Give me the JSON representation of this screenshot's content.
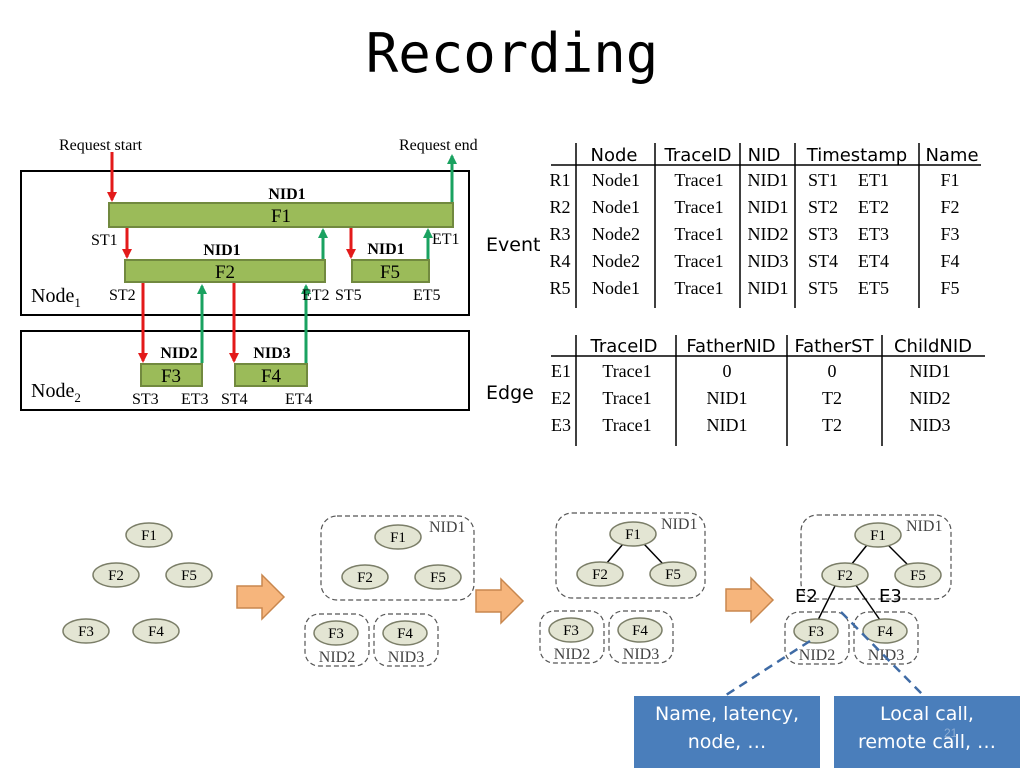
{
  "title": "Recording",
  "timeline": {
    "request_start": "Request start",
    "request_end": "Request end",
    "node1_label": "Node",
    "node1_sub": "1",
    "node2_label": "Node",
    "node2_sub": "2",
    "bars": {
      "f1": {
        "name": "F1",
        "nid": "NID1"
      },
      "f2": {
        "name": "F2",
        "nid": "NID1"
      },
      "f5": {
        "name": "F5",
        "nid": "NID1"
      },
      "f3": {
        "name": "F3",
        "nid": "NID2"
      },
      "f4": {
        "name": "F4",
        "nid": "NID3"
      }
    },
    "times": {
      "st1": "ST1",
      "et1": "ET1",
      "st2": "ST2",
      "et2": "ET2",
      "st5": "ST5",
      "et5": "ET5",
      "st3": "ST3",
      "et3": "ET3",
      "st4": "ST4",
      "et4": "ET4"
    },
    "colors": {
      "bar_fill": "#9bbb59",
      "bar_border": "#71893f",
      "call_arrow": "#e31a1a",
      "return_arrow": "#1aa260"
    }
  },
  "event_table": {
    "label": "Event",
    "headers": [
      "Node",
      "TraceID",
      "NID",
      "Timestamp",
      "Name"
    ],
    "rows": [
      {
        "id": "R1",
        "node": "Node1",
        "trace": "Trace1",
        "nid": "NID1",
        "st": "ST1",
        "et": "ET1",
        "name": "F1"
      },
      {
        "id": "R2",
        "node": "Node1",
        "trace": "Trace1",
        "nid": "NID1",
        "st": "ST2",
        "et": "ET2",
        "name": "F2"
      },
      {
        "id": "R3",
        "node": "Node2",
        "trace": "Trace1",
        "nid": "NID2",
        "st": "ST3",
        "et": "ET3",
        "name": "F3"
      },
      {
        "id": "R4",
        "node": "Node2",
        "trace": "Trace1",
        "nid": "NID3",
        "st": "ST4",
        "et": "ET4",
        "name": "F4"
      },
      {
        "id": "R5",
        "node": "Node1",
        "trace": "Trace1",
        "nid": "NID1",
        "st": "ST5",
        "et": "ET5",
        "name": "F5"
      }
    ]
  },
  "edge_table": {
    "label": "Edge",
    "headers": [
      "TraceID",
      "FatherNID",
      "FatherST",
      "ChildNID"
    ],
    "rows": [
      {
        "id": "E1",
        "trace": "Trace1",
        "father_nid": "0",
        "father_st": "0",
        "child_nid": "NID1"
      },
      {
        "id": "E2",
        "trace": "Trace1",
        "father_nid": "NID1",
        "father_st": "T2",
        "child_nid": "NID2"
      },
      {
        "id": "E3",
        "trace": "Trace1",
        "father_nid": "NID1",
        "father_st": "T2",
        "child_nid": "NID3"
      }
    ]
  },
  "stages": {
    "f1": "F1",
    "f2": "F2",
    "f3": "F3",
    "f4": "F4",
    "f5": "F5",
    "nid1": "NID1",
    "nid2": "NID2",
    "nid3": "NID3",
    "e2": "E2",
    "e3": "E3",
    "colors": {
      "node_fill": "#e3e5d3",
      "node_border": "#7b7e68",
      "arrow_fill": "#f6b57c",
      "arrow_border": "#c8874e"
    }
  },
  "callouts": {
    "left": {
      "line1": "Name, latency,",
      "line2": "node, …"
    },
    "right": {
      "line1": "Local call,",
      "line2": "remote call, …"
    },
    "color": "#4a7ebb"
  },
  "page_number": "21"
}
